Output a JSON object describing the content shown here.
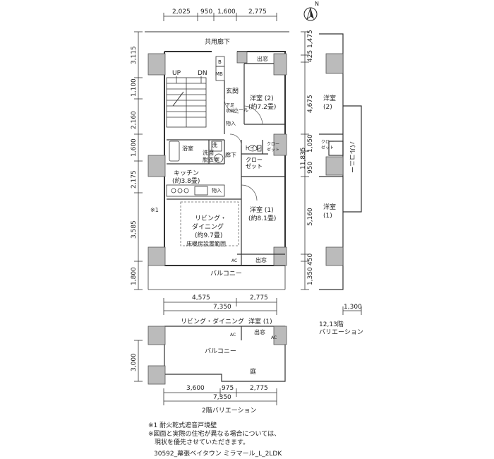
{
  "north": "N",
  "corridor": "共用廊下",
  "stairs": {
    "up": "UP",
    "down": "DN"
  },
  "rooms": {
    "bedroom2": {
      "name": "洋室 (2)",
      "size": "(約7.2畳)"
    },
    "bedroom1": {
      "name": "洋室 (1)",
      "size": "(約8.1畳)"
    },
    "living": {
      "name1": "リビング・",
      "name2": "ダイニング",
      "size": "(約9.7畳)",
      "floor_heating": "床暖房設置範囲"
    },
    "kitchen": {
      "name": "キッチン",
      "size": "(約3.8畳)"
    },
    "entrance": "玄関",
    "hall": "ホール",
    "toilet": "トイレ",
    "bath": "浴室",
    "washroom1": "洗面",
    "washroom2": "脱衣室",
    "wash": "洗",
    "closet": "クロー\nゼット",
    "closet_small": "クロー\nゼット",
    "storage": "物入",
    "shoe_closet": "下足\n収納",
    "hallway": "廊下",
    "balcony": "バルコニー",
    "window_top": "出窓",
    "window_bottom": "出窓",
    "pantry": "物入",
    "ps_label": "MB",
    "b_label": "B",
    "ac": "AC"
  },
  "dims_left": [
    "3,115",
    "1,100",
    "2,160",
    "1,600",
    "2,175",
    "3,585",
    "1,800"
  ],
  "dims_top": [
    "2,025",
    "950",
    "1,600",
    "2,775"
  ],
  "dims_right": [
    "1,475",
    "425",
    "4,675",
    "1,050",
    "950",
    "11,835",
    "5,160",
    "450",
    "1,350"
  ],
  "dims_bottom_1": [
    "4,575",
    "2,775"
  ],
  "dims_bottom_total": "7,350",
  "side_variation": {
    "bedroom2": "洋室\n(2)",
    "closet": "クロー\nゼット",
    "balcony": "バルコニー",
    "bedroom1": "洋室\n(1)",
    "dim": "1,300",
    "caption1": "12,13階",
    "caption2": "バリエーション"
  },
  "note_mark": "※1",
  "floor2_variation": {
    "living": "リビング・ダイニング",
    "bedroom1": "洋室 (1)",
    "window": "出窓",
    "balcony": "バルコニー",
    "garden": "庭",
    "ac1": "AC",
    "ac2": "AC",
    "dim_left": "3,000",
    "dims_bottom": [
      "3,600",
      "975",
      "2,775"
    ],
    "dim_total": "7,350",
    "caption": "2階バリエーション"
  },
  "notes": [
    "※1 耐火乾式遮音戸境壁",
    "※図面と実際の住宅が異なる場合については、",
    "　現状を優先させていただきます。"
  ],
  "footer_code": "30592_幕張ベイタウン ミラマール_L_2LDK"
}
